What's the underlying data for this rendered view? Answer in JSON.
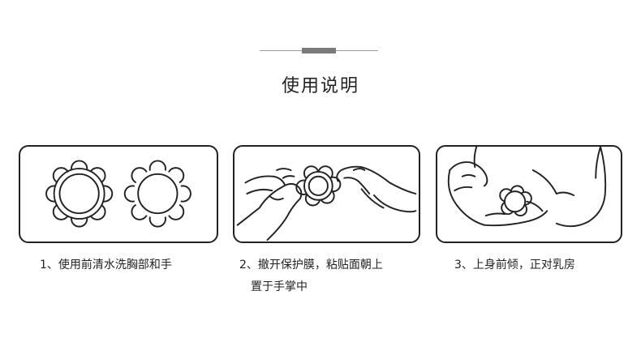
{
  "section": {
    "title": "使用说明"
  },
  "steps": [
    {
      "caption_line1": "1、使用前清水洗胸部和手",
      "caption_line2": ""
    },
    {
      "caption_line1": "2、撤开保护膜，粘贴面朝上",
      "caption_line2": "置于手掌中"
    },
    {
      "caption_line1": "3、上身前倾，正对乳房",
      "caption_line2": ""
    }
  ],
  "colors": {
    "ink": "#222222",
    "rule": "#9a9a9a",
    "rule_mark": "#7a7a7a",
    "background": "#ffffff"
  }
}
